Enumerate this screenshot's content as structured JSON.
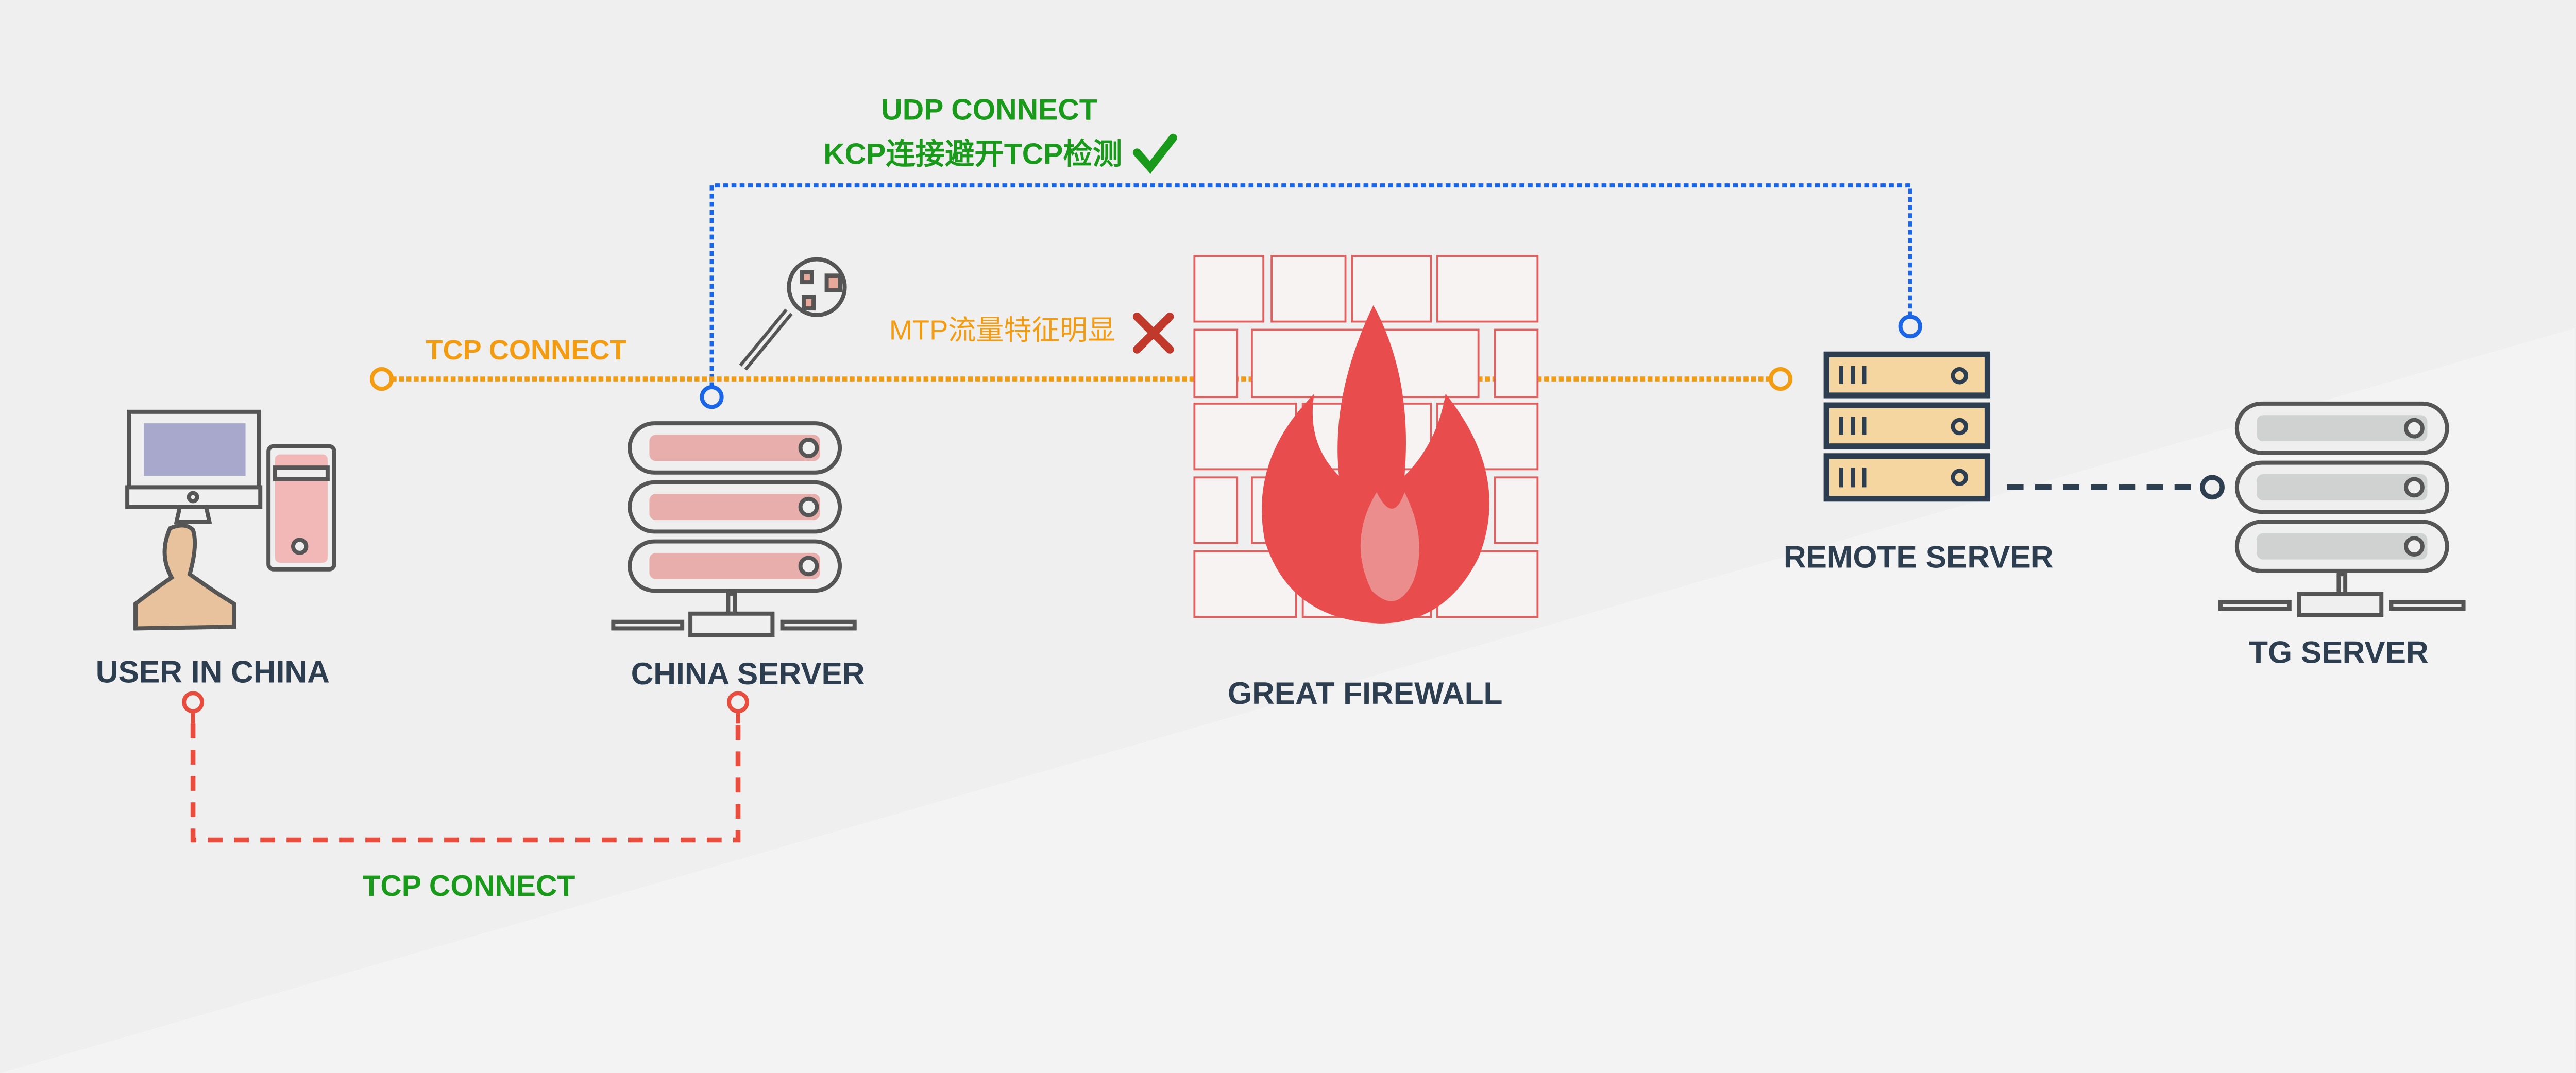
{
  "labels": {
    "udp_connect": "UDP CONNECT",
    "kcp_note": "KCP连接避开TCP检测",
    "tcp_connect_top": "TCP CONNECT",
    "mtp_note": "MTP流量特征明显",
    "tcp_connect_bottom": "TCP CONNECT"
  },
  "nodes": {
    "user": "USER IN CHINA",
    "china_server": "CHINA SERVER",
    "firewall": "GREAT FIREWALL",
    "remote_server": "REMOTE SERVER",
    "tg_server": "TG SERVER"
  },
  "icons": {
    "check": "check-icon",
    "cross": "cross-icon",
    "magnifier": "magnifier-icon",
    "flame": "flame-icon"
  },
  "colors": {
    "udp_line": "#1a66e6",
    "tcp_top_line": "#f39c12",
    "tcp_bottom_line": "#e74c3c",
    "success_text": "#1a9a1a",
    "fail_mark": "#c0392b",
    "firewall": "#e84c4c",
    "node_text": "#2c3e50"
  }
}
